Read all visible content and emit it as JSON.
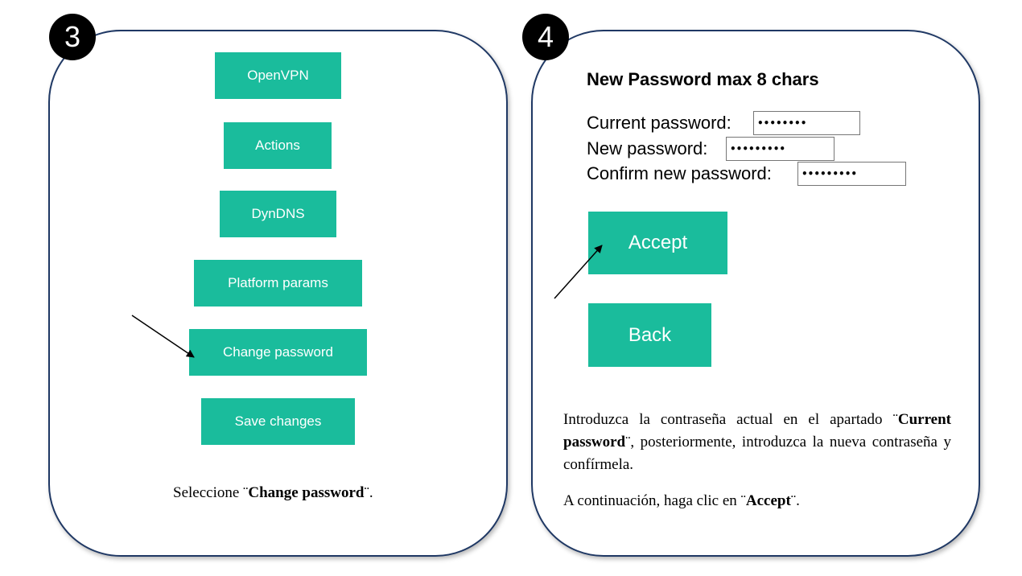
{
  "step3": {
    "badge": "3",
    "menu": [
      {
        "label": "OpenVPN"
      },
      {
        "label": "Actions"
      },
      {
        "label": "DynDNS"
      },
      {
        "label": "Platform params"
      },
      {
        "label": "Change password"
      },
      {
        "label": "Save changes"
      }
    ],
    "caption": {
      "prefix": "Seleccione ¨",
      "bold": "Change password",
      "suffix": "¨."
    }
  },
  "step4": {
    "badge": "4",
    "form": {
      "title": "New Password max 8 chars",
      "current_label": "Current password:",
      "current_value": "••••••••",
      "new_label": "New password:",
      "new_value": "•••••••••",
      "confirm_label": "Confirm new password:",
      "confirm_value": "•••••••••"
    },
    "accept_label": "Accept",
    "back_label": "Back",
    "instructions": {
      "p1_prefix": "Introduzca la contraseña actual en el apartado ¨",
      "p1_bold": "Current password",
      "p1_suffix": "¨, posteriormente, introduzca la nueva contraseña y confírmela.",
      "p2_prefix": "A continuación, haga clic en ¨",
      "p2_bold": "Accept",
      "p2_suffix": "¨."
    }
  },
  "colors": {
    "accent": "#1abc9c",
    "panel_border": "#1f3864",
    "badge": "#000000"
  }
}
